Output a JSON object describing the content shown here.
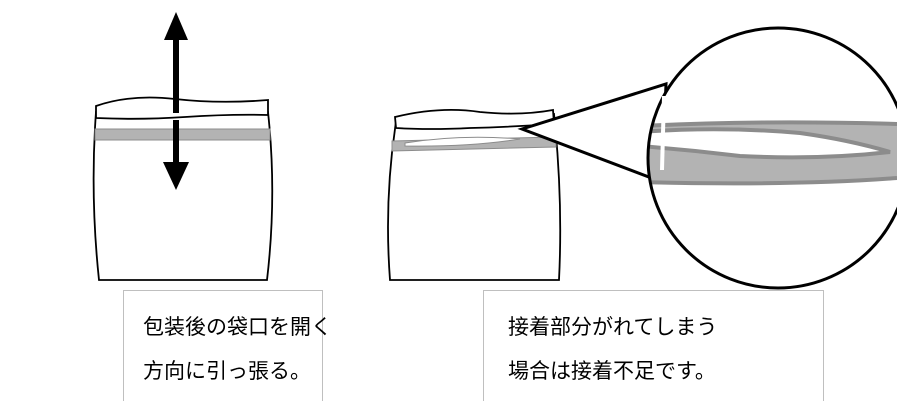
{
  "captions": {
    "left": {
      "line1": "包装後の袋口を開く",
      "line2": "方向に引っ張る。"
    },
    "right": {
      "line1": "接着部分がれてしまう",
      "line2": "場合は接着不足です。"
    }
  },
  "colors": {
    "outline": "#000000",
    "seal_band": "#b3b3b3",
    "seal_edge": "#8c8c8c",
    "caption_border": "#bfbfbf"
  }
}
